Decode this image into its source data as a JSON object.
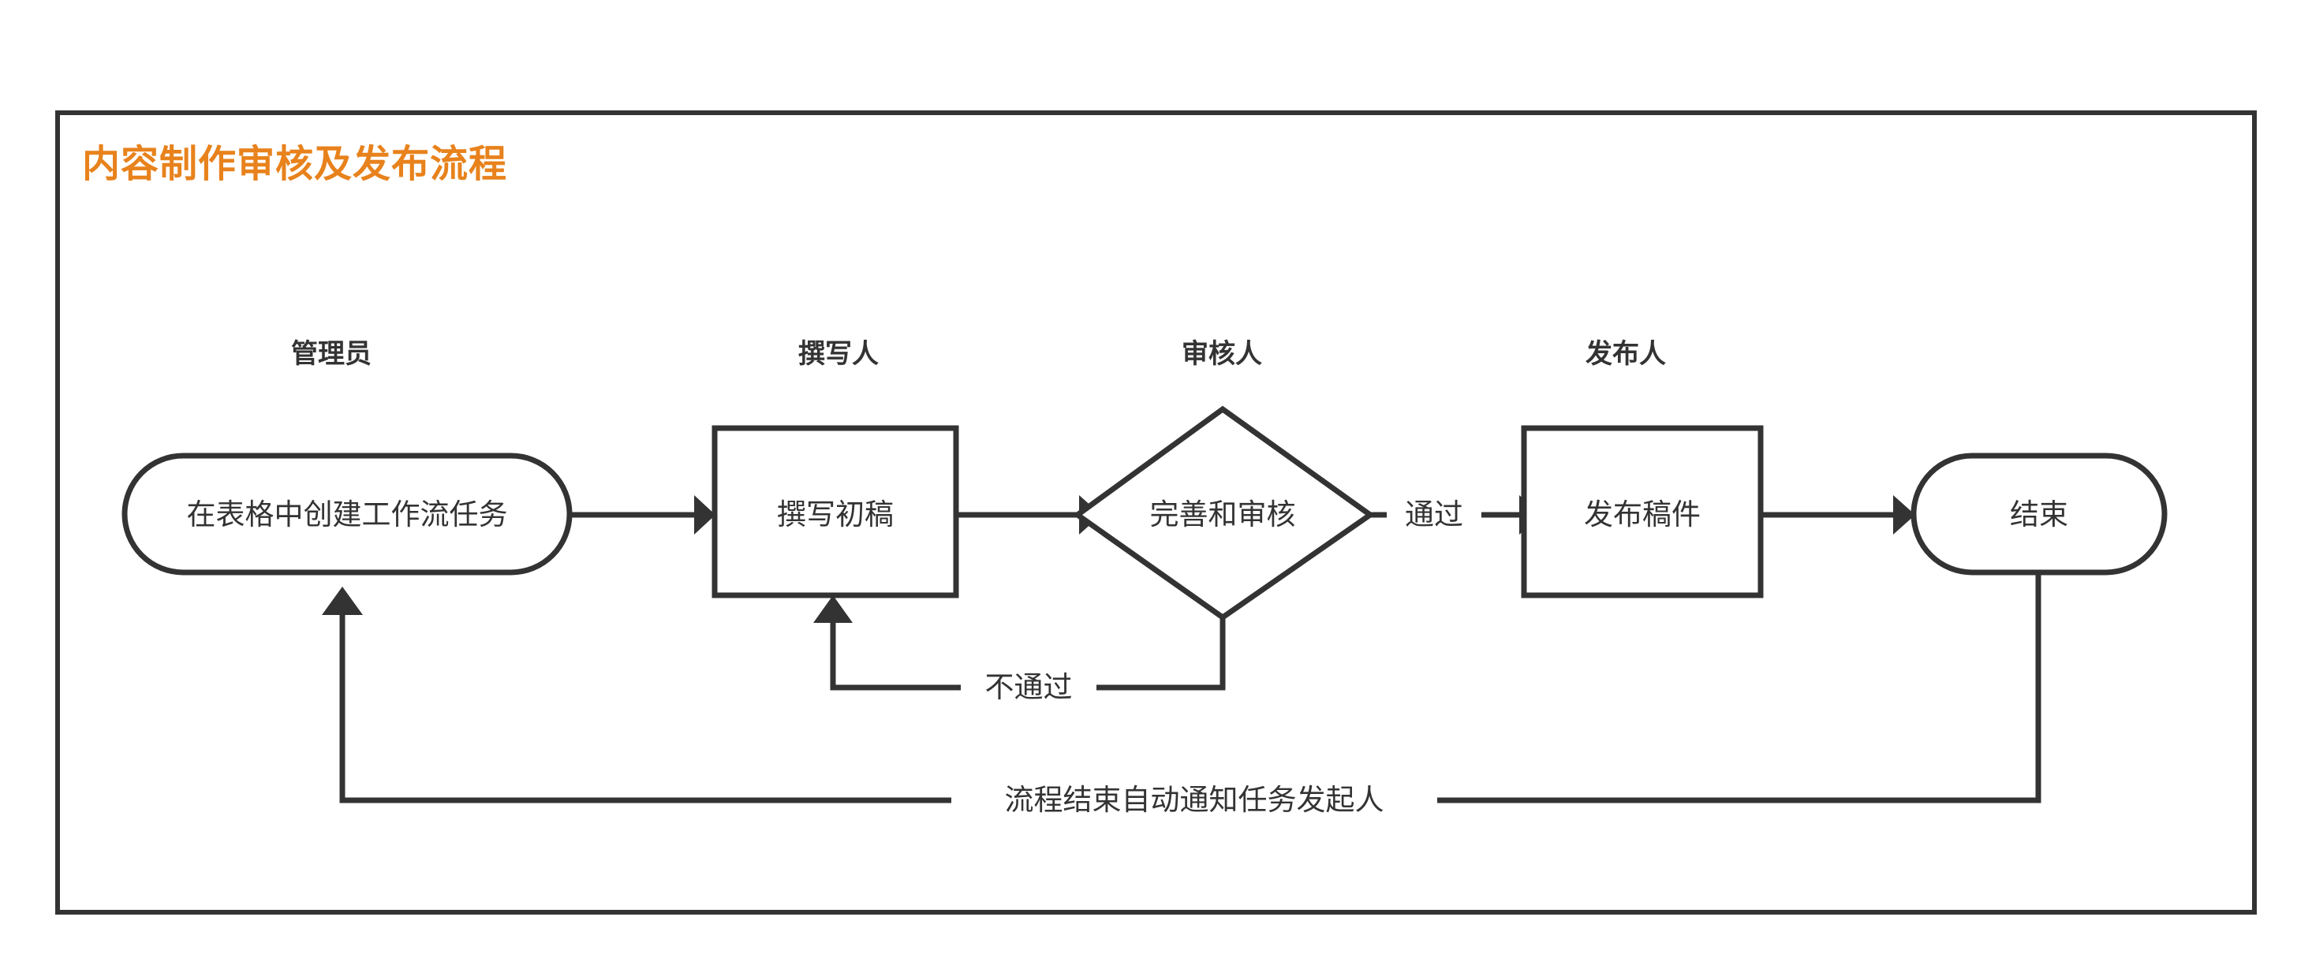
{
  "diagram": {
    "title": "内容制作审核及发布流程",
    "title_color": "#E8821C",
    "frame_color": "#333333",
    "shape_stroke_color": "#333333",
    "text_color": "#333333",
    "background_color": "#FFFFFF",
    "type": "flowchart"
  },
  "lanes": [
    {
      "id": "lane-admin",
      "label": "管理员"
    },
    {
      "id": "lane-writer",
      "label": "撰写人"
    },
    {
      "id": "lane-reviewer",
      "label": "审核人"
    },
    {
      "id": "lane-publisher",
      "label": "发布人"
    }
  ],
  "nodes": [
    {
      "id": "node-create-task",
      "label": "在表格中创建工作流任务",
      "shape": "stadium",
      "lane": "管理员"
    },
    {
      "id": "node-write-draft",
      "label": "撰写初稿",
      "shape": "rectangle",
      "lane": "撰写人"
    },
    {
      "id": "node-review",
      "label": "完善和审核",
      "shape": "diamond",
      "lane": "审核人"
    },
    {
      "id": "node-publish",
      "label": "发布稿件",
      "shape": "rectangle",
      "lane": "发布人"
    },
    {
      "id": "node-end",
      "label": "结束",
      "shape": "stadium",
      "lane": ""
    }
  ],
  "edges": [
    {
      "id": "edge-create-to-write",
      "from": "在表格中创建工作流任务",
      "to": "撰写初稿",
      "label": ""
    },
    {
      "id": "edge-write-to-review",
      "from": "撰写初稿",
      "to": "完善和审核",
      "label": ""
    },
    {
      "id": "edge-review-to-publish",
      "from": "完善和审核",
      "to": "发布稿件",
      "label": "通过"
    },
    {
      "id": "edge-publish-to-end",
      "from": "发布稿件",
      "to": "结束",
      "label": ""
    },
    {
      "id": "edge-review-reject",
      "from": "完善和审核",
      "to": "撰写初稿",
      "label": "不通过"
    },
    {
      "id": "edge-end-notify",
      "from": "结束",
      "to": "在表格中创建工作流任务",
      "label": "流程结束自动通知任务发起人"
    }
  ]
}
